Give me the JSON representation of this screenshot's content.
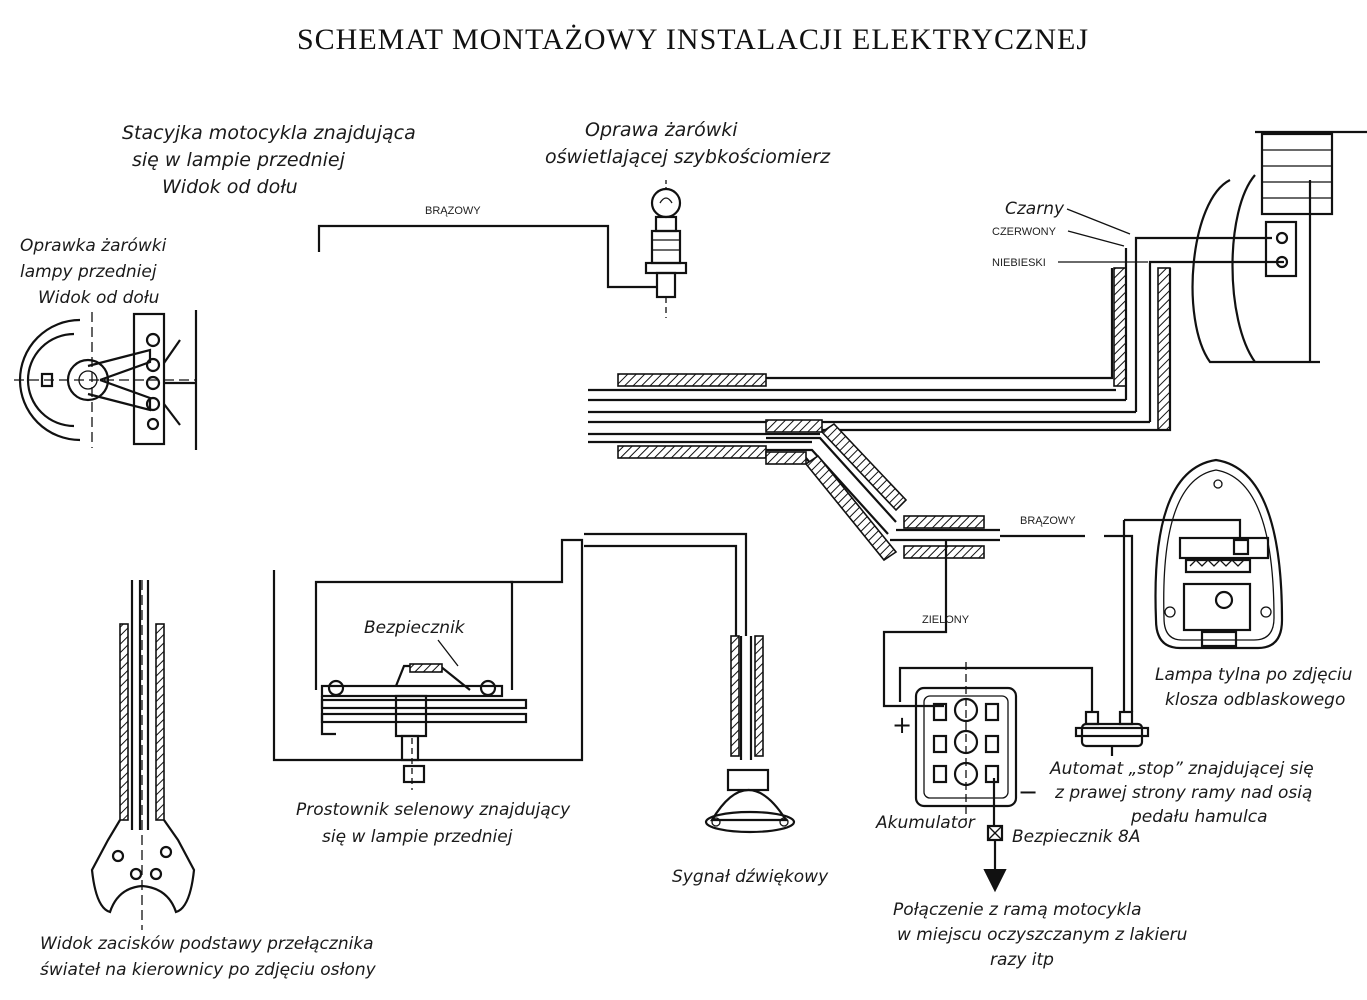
{
  "title": "SCHEMAT MONTAŻOWY INSTALACJI ELEKTRYCZNEJ",
  "labels": {
    "stacyjka": [
      "Stacyjka motocykla znajdująca",
      "się w lampie przedniej",
      "Widok od dołu"
    ],
    "oprawka_lampy": [
      "Oprawka żarówki",
      "lampy przedniej",
      "Widok od dołu"
    ],
    "oprawa_szybkosciomierz": [
      "Oprawa żarówki",
      "oświetlającej szybkościomierz"
    ],
    "bezpiecznik": "Bezpiecznik",
    "prostownik": [
      "Prostownik selenowy znajdujący",
      "się w lampie przedniej"
    ],
    "sygnal": "Sygnał dźwiękowy",
    "lampa_tylna": [
      "Lampa tylna po zdjęciu",
      "klosza odblaskowego"
    ],
    "automat_stop": [
      "Automat „stop” znajdującej się",
      "z prawej strony ramy nad osią",
      "pedału hamulca"
    ],
    "akumulator": "Akumulator",
    "bezpiecznik_8a": "Bezpiecznik 8A",
    "polaczenie": [
      "Połączenie z ramą motocykla",
      "w miejscu oczyszczanym z lakieru",
      "razy itp"
    ],
    "widok_zaciskow": [
      "Widok zacisków podstawy przełącznika",
      "świateł na kierownicy po zdjęciu osłony"
    ],
    "plus": "+",
    "minus": "−"
  },
  "wires": {
    "brazowy_top": "BRĄZOWY",
    "czarny": "Czarny",
    "czerwony": "CZERWONY",
    "niebieski": "NIEBIESKI",
    "brazowy_right": "BRĄZOWY",
    "zielony": "ZIELONY"
  }
}
